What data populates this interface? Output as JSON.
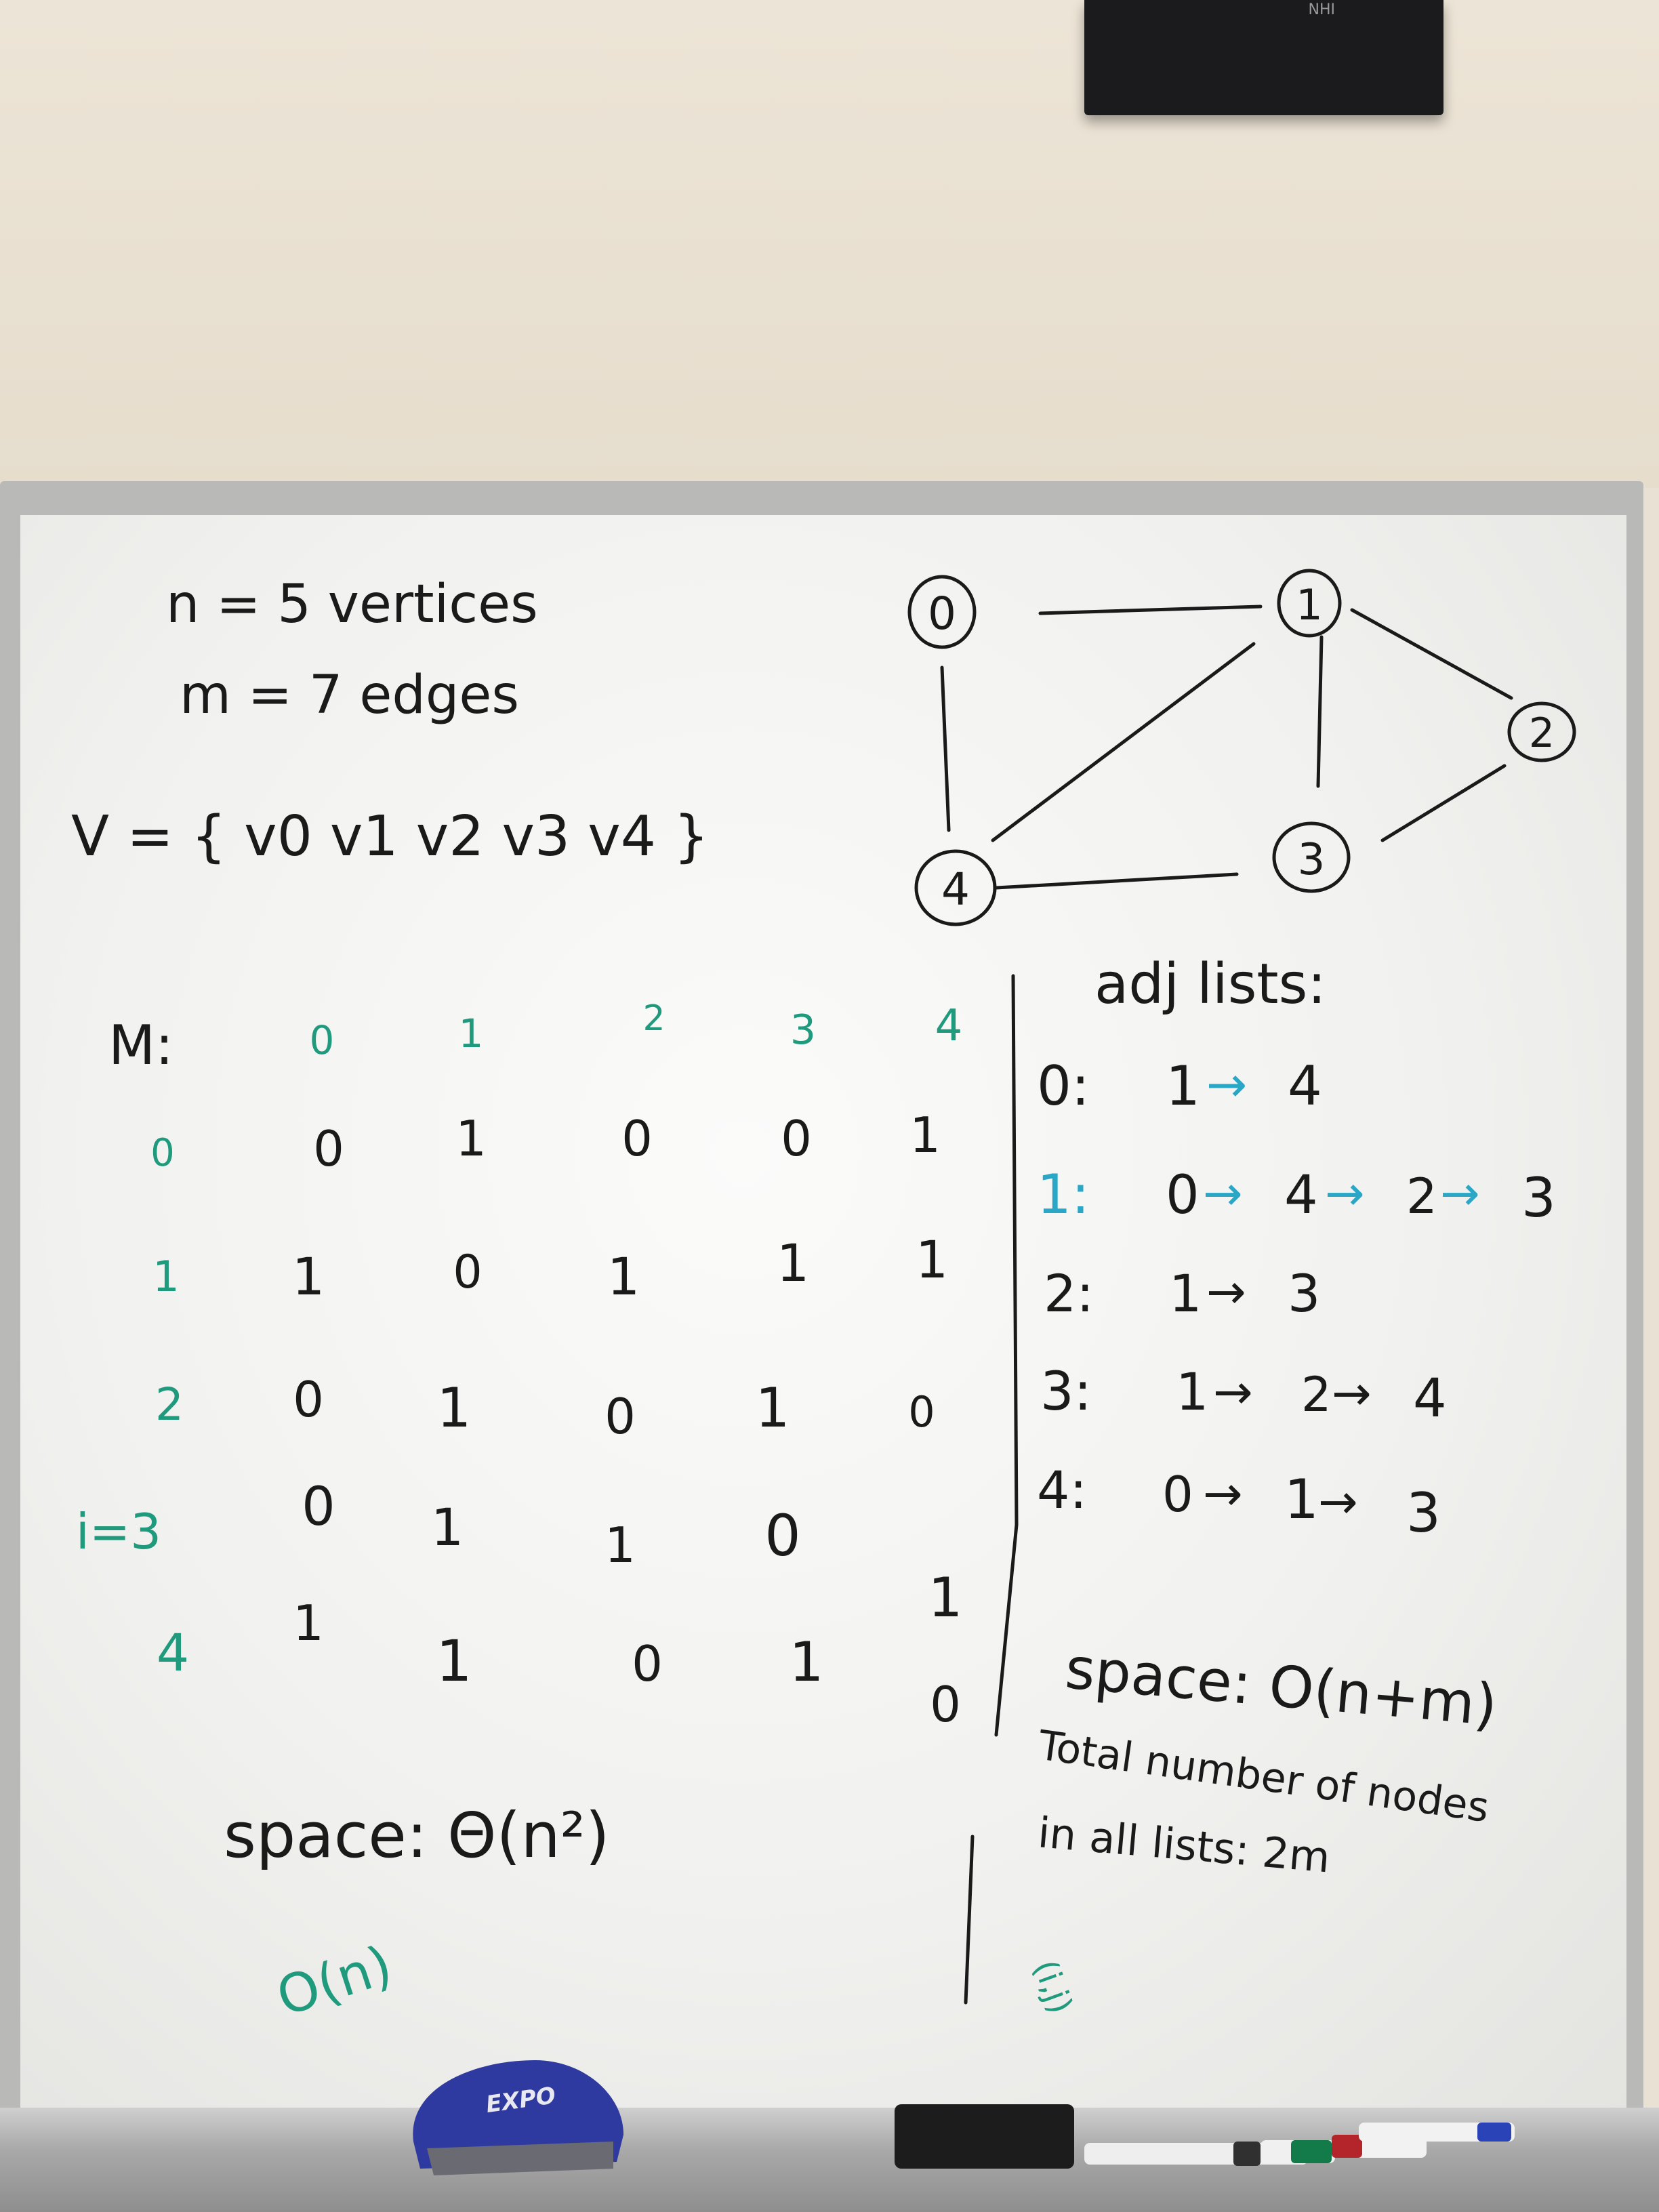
{
  "header_left": {
    "line1": "n = 5  vertices",
    "line2": "m = 7  edges",
    "line3": "V = { v0  v1  v2  v3  v4 }"
  },
  "graph": {
    "nodes": [
      "0",
      "1",
      "2",
      "3",
      "4"
    ],
    "edges": [
      [
        "0",
        "1"
      ],
      [
        "0",
        "4"
      ],
      [
        "1",
        "2"
      ],
      [
        "1",
        "3"
      ],
      [
        "1",
        "4"
      ],
      [
        "2",
        "3"
      ],
      [
        "3",
        "4"
      ]
    ]
  },
  "matrix": {
    "label": "M:",
    "col_headers": [
      "0",
      "1",
      "2",
      "3",
      "4"
    ],
    "row_headers": [
      "0",
      "1",
      "2",
      "i=3",
      "4"
    ],
    "rows": [
      [
        "0",
        "1",
        "0",
        "0",
        "1"
      ],
      [
        "1",
        "0",
        "1",
        "1",
        "1"
      ],
      [
        "0",
        "1",
        "0",
        "1",
        "0"
      ],
      [
        "0",
        "1",
        "1",
        "0",
        "1"
      ],
      [
        "1",
        "1",
        "0",
        "1",
        "0"
      ]
    ],
    "space": "space: Θ(n²)",
    "note": "O(n)"
  },
  "adj": {
    "title": "adj lists:",
    "lists": [
      {
        "key": "0:",
        "items": [
          "1",
          "4"
        ]
      },
      {
        "key": "1:",
        "items": [
          "0",
          "4",
          "2",
          "3"
        ]
      },
      {
        "key": "2:",
        "items": [
          "1",
          "3"
        ]
      },
      {
        "key": "3:",
        "items": [
          "1",
          "2",
          "4"
        ]
      },
      {
        "key": "4:",
        "items": [
          "0",
          "1",
          "3"
        ]
      }
    ],
    "arrow": "→",
    "space": "space: O(n+m)",
    "total1": "Total number of nodes",
    "total2": "in all lists: 2m",
    "note": "(i,j)"
  },
  "projector_label": "NHI",
  "eraser_label": "EXPO",
  "colors": {
    "ink": "#1a1a1a",
    "green": "#1f9a7d",
    "blue": "#2aa7c7"
  }
}
